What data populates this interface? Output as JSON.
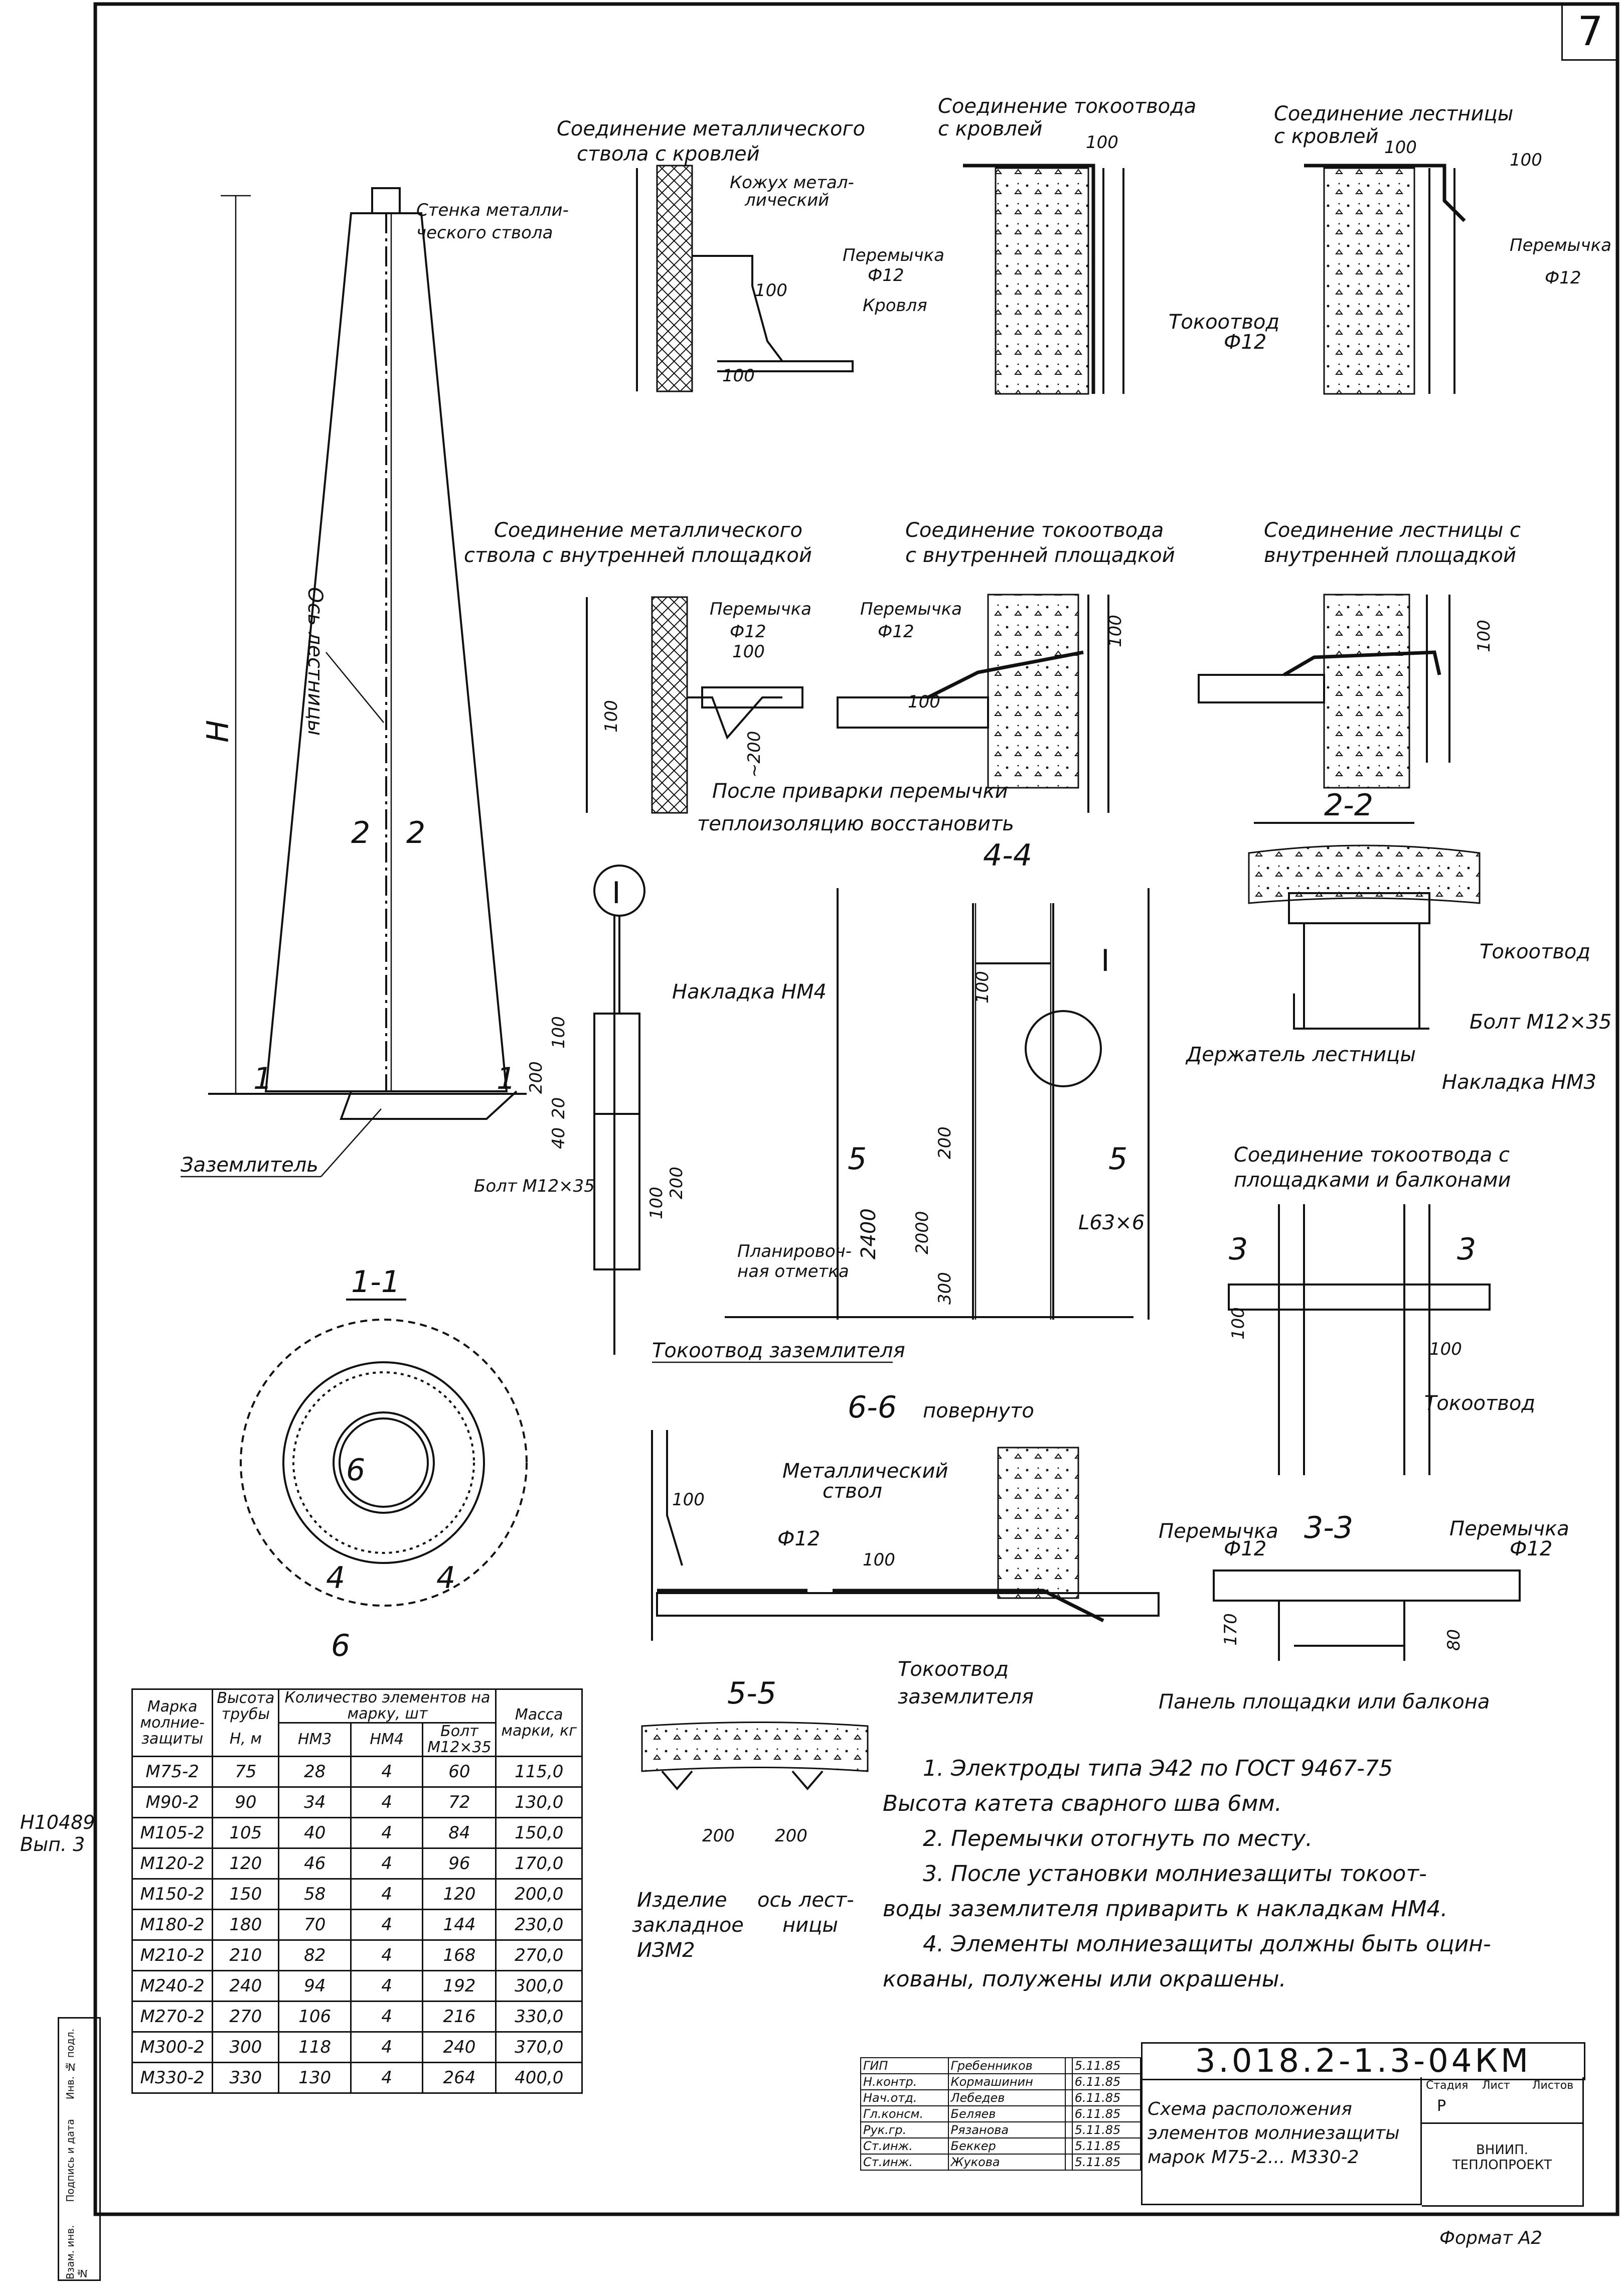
{
  "sheet": {
    "number": "7",
    "format": "Формат А2"
  },
  "side_note": {
    "line1": "Н10489",
    "line2": "Вып. 3"
  },
  "stamp": [
    "Инв. № подл.",
    "Подпись и дата",
    "Взам. инв. №"
  ],
  "views": {
    "roof_metal": {
      "title1": "Соединение металлического",
      "title2": "ствола с кровлей",
      "labels": [
        "Кожух метал-",
        "лический",
        "Стенка металли-",
        "ческого ствола",
        "Перемычка",
        "Ф12",
        "Кровля",
        "100",
        "100"
      ]
    },
    "roof_down": {
      "title1": "Соединение токоотвода",
      "title2": "с кровлей",
      "labels": [
        "100",
        "Токоотвод",
        "Ф12"
      ]
    },
    "roof_ladder": {
      "title1": "Соединение лестницы",
      "title2": "с кровлей",
      "labels": [
        "100",
        "100",
        "Перемычка",
        "Ф12"
      ]
    },
    "inner_metal": {
      "title1": "Соединение металлического",
      "title2": "ствола с внутренней площадкой",
      "labels": [
        "Перемычка",
        "Ф12",
        "100",
        "100",
        "~200",
        "После приварки перемычки",
        "теплоизоляцию восстановить"
      ]
    },
    "inner_down": {
      "title1": "Соединение токоотвода",
      "title2": "с внутренней площадкой",
      "labels": [
        "Перемычка",
        "Ф12",
        "100",
        "100"
      ]
    },
    "inner_ladder": {
      "title1": "Соединение лестницы с",
      "title2": "внутренней площадкой",
      "labels": [
        "100"
      ]
    },
    "chimney": {
      "labels": [
        "Ось лестницы",
        "H",
        "2",
        "2",
        "1",
        "1",
        "Заземлитель"
      ]
    },
    "node_I": {
      "mark": "I",
      "labels": [
        "Накладка НМ4",
        "100",
        "200",
        "20",
        "40",
        "200",
        "100",
        "Болт М12×35",
        "Токоотвод заземлителя"
      ]
    },
    "section_44": {
      "title": "4-4",
      "labels": [
        "100",
        "I",
        "5",
        "5",
        "2400",
        "200",
        "2000",
        "300",
        "L63×6",
        "Планировоч-",
        "ная отметка"
      ]
    },
    "section_22": {
      "title": "2-2",
      "labels": [
        "Токоотвод",
        "Болт М12×35",
        "Держатель лестницы",
        "Накладка НМ3"
      ]
    },
    "section_11": {
      "title": "1-1",
      "labels": [
        "6",
        "4",
        "4",
        "6"
      ]
    },
    "platforms": {
      "title1": "Соединение токоотвода с",
      "title2": "площадками и балконами",
      "labels": [
        "3",
        "3",
        "100",
        "100",
        "Токоотвод"
      ]
    },
    "section_66": {
      "title": "6-6",
      "subtitle": "повернуто",
      "labels": [
        "Металлический",
        "ствол",
        "100",
        "Ф12",
        "100",
        "Токоотвод",
        "заземлителя"
      ]
    },
    "section_33": {
      "title": "3-3",
      "labels": [
        "Перемычка",
        "Ф12",
        "Перемычка",
        "Ф12",
        "170",
        "80",
        "Панель площадки или балкона"
      ]
    },
    "section_55": {
      "title": "5-5",
      "labels": [
        "200",
        "200",
        "Изделие",
        "закладное",
        "ИЗМ2",
        "ось лест-",
        "ницы"
      ]
    }
  },
  "table": {
    "headers": {
      "mark": "Марка молние-защиты",
      "height": "Высота трубы",
      "height_unit": "Н, м",
      "qty": "Количество элементов на марку, шт",
      "nm3": "НМ3",
      "nm4": "НМ4",
      "bolt": "Болт М12×35",
      "mass": "Масса марки, кг"
    },
    "rows": [
      [
        "М75-2",
        "75",
        "28",
        "4",
        "60",
        "115,0"
      ],
      [
        "М90-2",
        "90",
        "34",
        "4",
        "72",
        "130,0"
      ],
      [
        "М105-2",
        "105",
        "40",
        "4",
        "84",
        "150,0"
      ],
      [
        "М120-2",
        "120",
        "46",
        "4",
        "96",
        "170,0"
      ],
      [
        "М150-2",
        "150",
        "58",
        "4",
        "120",
        "200,0"
      ],
      [
        "М180-2",
        "180",
        "70",
        "4",
        "144",
        "230,0"
      ],
      [
        "М210-2",
        "210",
        "82",
        "4",
        "168",
        "270,0"
      ],
      [
        "М240-2",
        "240",
        "94",
        "4",
        "192",
        "300,0"
      ],
      [
        "М270-2",
        "270",
        "106",
        "4",
        "216",
        "330,0"
      ],
      [
        "М300-2",
        "300",
        "118",
        "4",
        "240",
        "370,0"
      ],
      [
        "М330-2",
        "330",
        "130",
        "4",
        "264",
        "400,0"
      ]
    ]
  },
  "notes": [
    "1. Электроды типа Э42 по ГОСТ 9467-75",
    "Высота катета сварного шва 6мм.",
    "2. Перемычки отогнуть по месту.",
    "3. После установки молниезащиты токоот-",
    "воды заземлителя приварить к накладкам НМ4.",
    "4. Элементы молниезащиты должны быть оцин-",
    "кованы, полужены или окрашены."
  ],
  "title_block": {
    "code": "3.018.2-1.3-04КМ",
    "description": [
      "Схема расположения",
      "элементов молниезащиты",
      "марок М75-2... М330-2"
    ],
    "people": [
      [
        "ГИП",
        "Гребенников",
        "",
        "5.11.85"
      ],
      [
        "Н.контр.",
        "Кормашинин",
        "",
        "6.11.85"
      ],
      [
        "Нач.отд.",
        "Лебедев",
        "",
        "6.11.85"
      ],
      [
        "Гл.консм.",
        "Беляев",
        "",
        "6.11.85"
      ],
      [
        "Рук.гр.",
        "Рязанова",
        "",
        "5.11.85"
      ],
      [
        "Ст.инж.",
        "Беккер",
        "",
        "5.11.85"
      ],
      [
        "Ст.инж.",
        "Жукова",
        "",
        "5.11.85"
      ]
    ],
    "stage_label": "Стадия",
    "sheet_label": "Лист",
    "sheets_label": "Листов",
    "stage": "Р",
    "org1": "ВНИИП.",
    "org2": "ТЕПЛОПРОЕКТ"
  }
}
